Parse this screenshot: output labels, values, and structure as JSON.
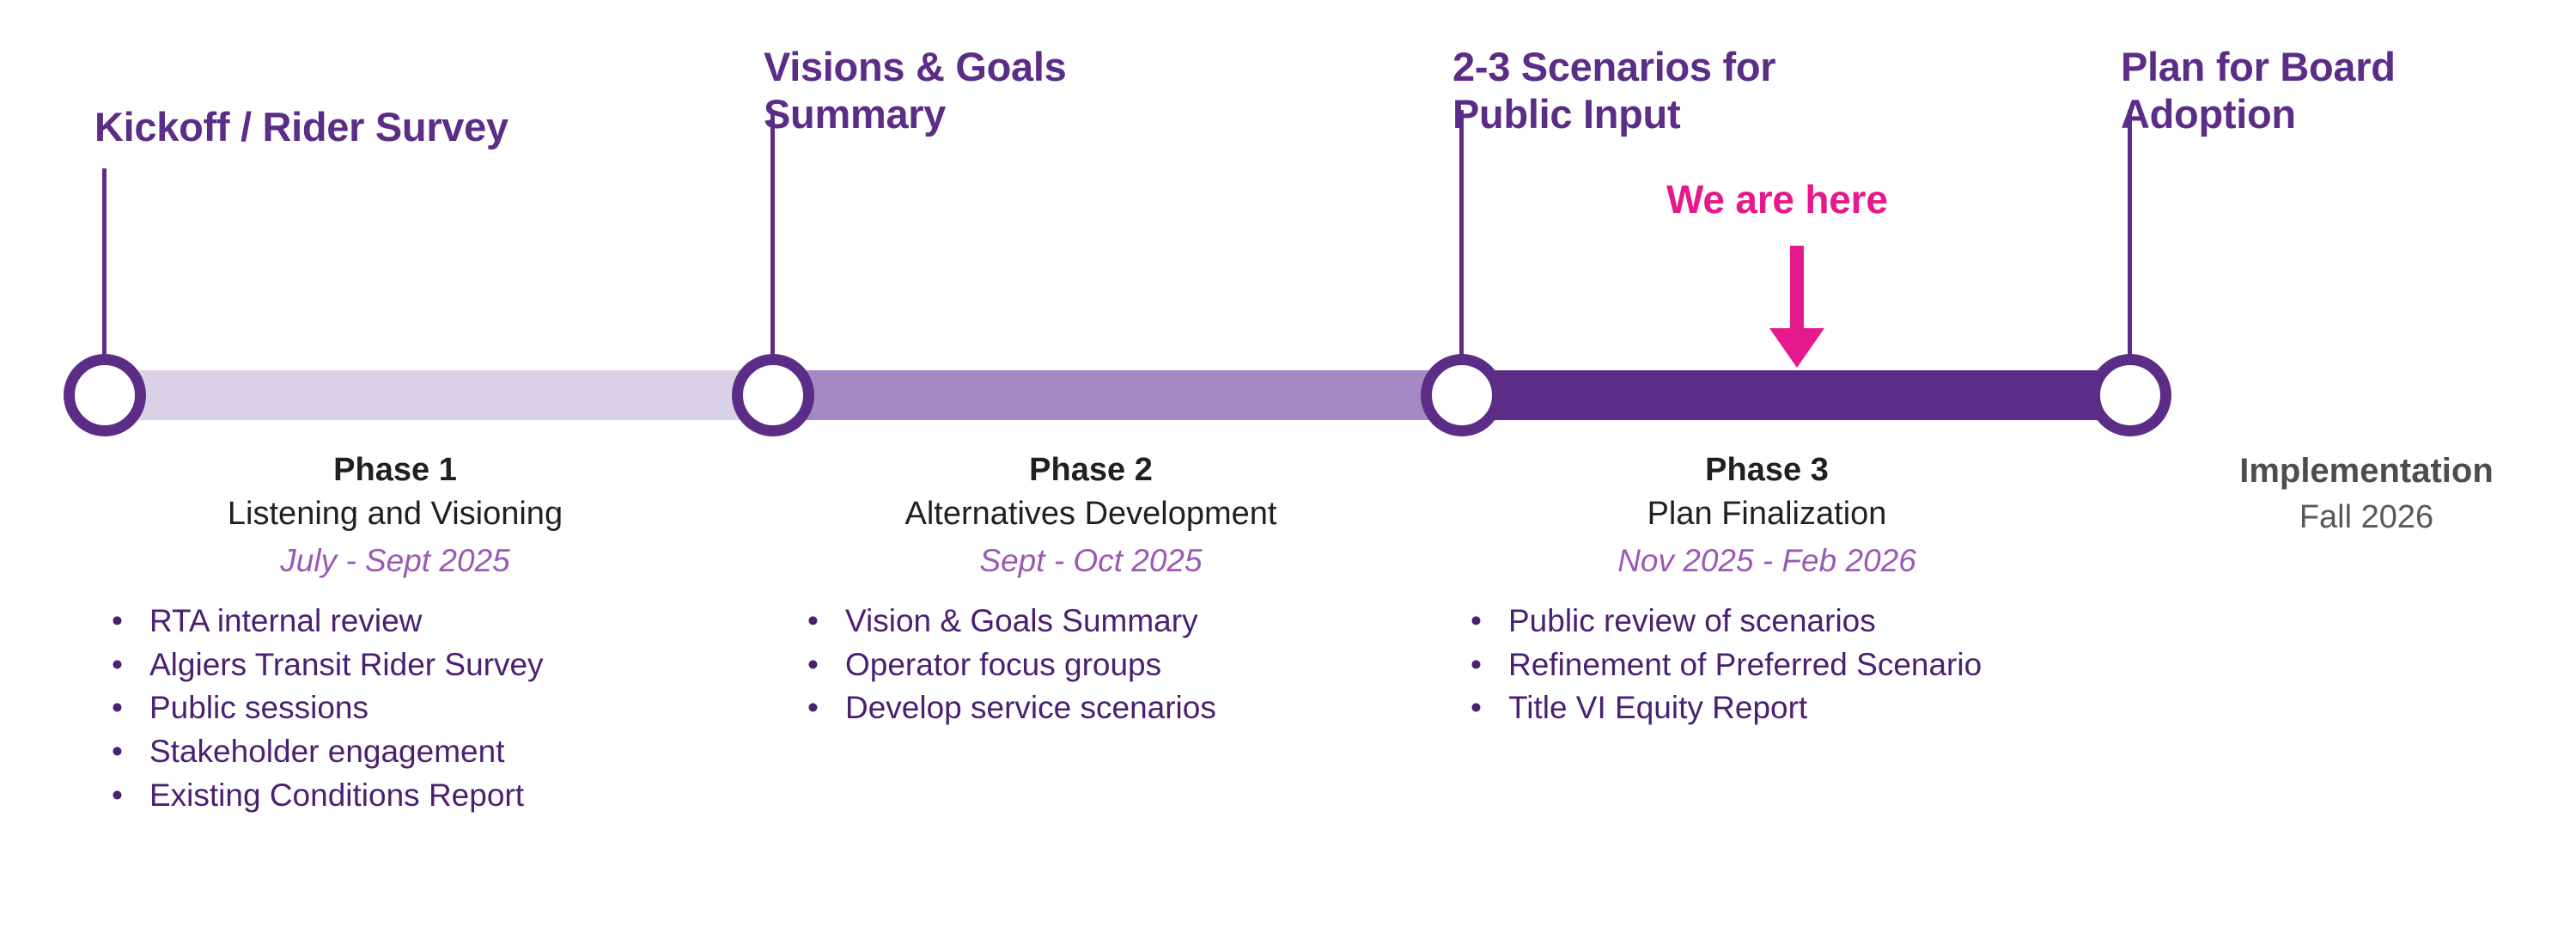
{
  "colors": {
    "deep_purple": "#5C2D87",
    "mid_purple": "#A48AC4",
    "light_purple": "#D9D2E6",
    "date_purple": "#9B59B6",
    "bullet_purple": "#4A2071",
    "magenta": "#E6198C",
    "gray_dark": "#4D4D4D",
    "black_text": "#231F20",
    "background": "#FFFFFF"
  },
  "milestones": [
    {
      "label": "Kickoff / Rider Survey"
    },
    {
      "label": "Visions & Goals\nSummary"
    },
    {
      "label": "2-3 Scenarios for\nPublic Input"
    },
    {
      "label": "Plan for Board\nAdoption"
    }
  ],
  "current_marker": {
    "label": "We are here",
    "icon": "down-arrow-icon"
  },
  "phases": [
    {
      "title": "Phase 1",
      "subtitle": "Listening and Visioning",
      "dates": "July - Sept 2025",
      "items": [
        "RTA internal review",
        "Algiers Transit Rider Survey",
        "Public sessions",
        "Stakeholder engagement",
        "Existing Conditions Report"
      ]
    },
    {
      "title": "Phase 2",
      "subtitle": "Alternatives Development",
      "dates": "Sept - Oct 2025",
      "items": [
        "Vision & Goals Summary",
        "Operator focus groups",
        "Develop service scenarios"
      ]
    },
    {
      "title": "Phase 3",
      "subtitle": "Plan Finalization",
      "dates": "Nov 2025 - Feb 2026",
      "items": [
        "Public review of scenarios",
        "Refinement of Preferred Scenario",
        "Title VI Equity Report"
      ]
    }
  ],
  "implementation": {
    "title": "Implementation",
    "subtitle": "Fall 2026"
  },
  "bullet_glyph": "•"
}
